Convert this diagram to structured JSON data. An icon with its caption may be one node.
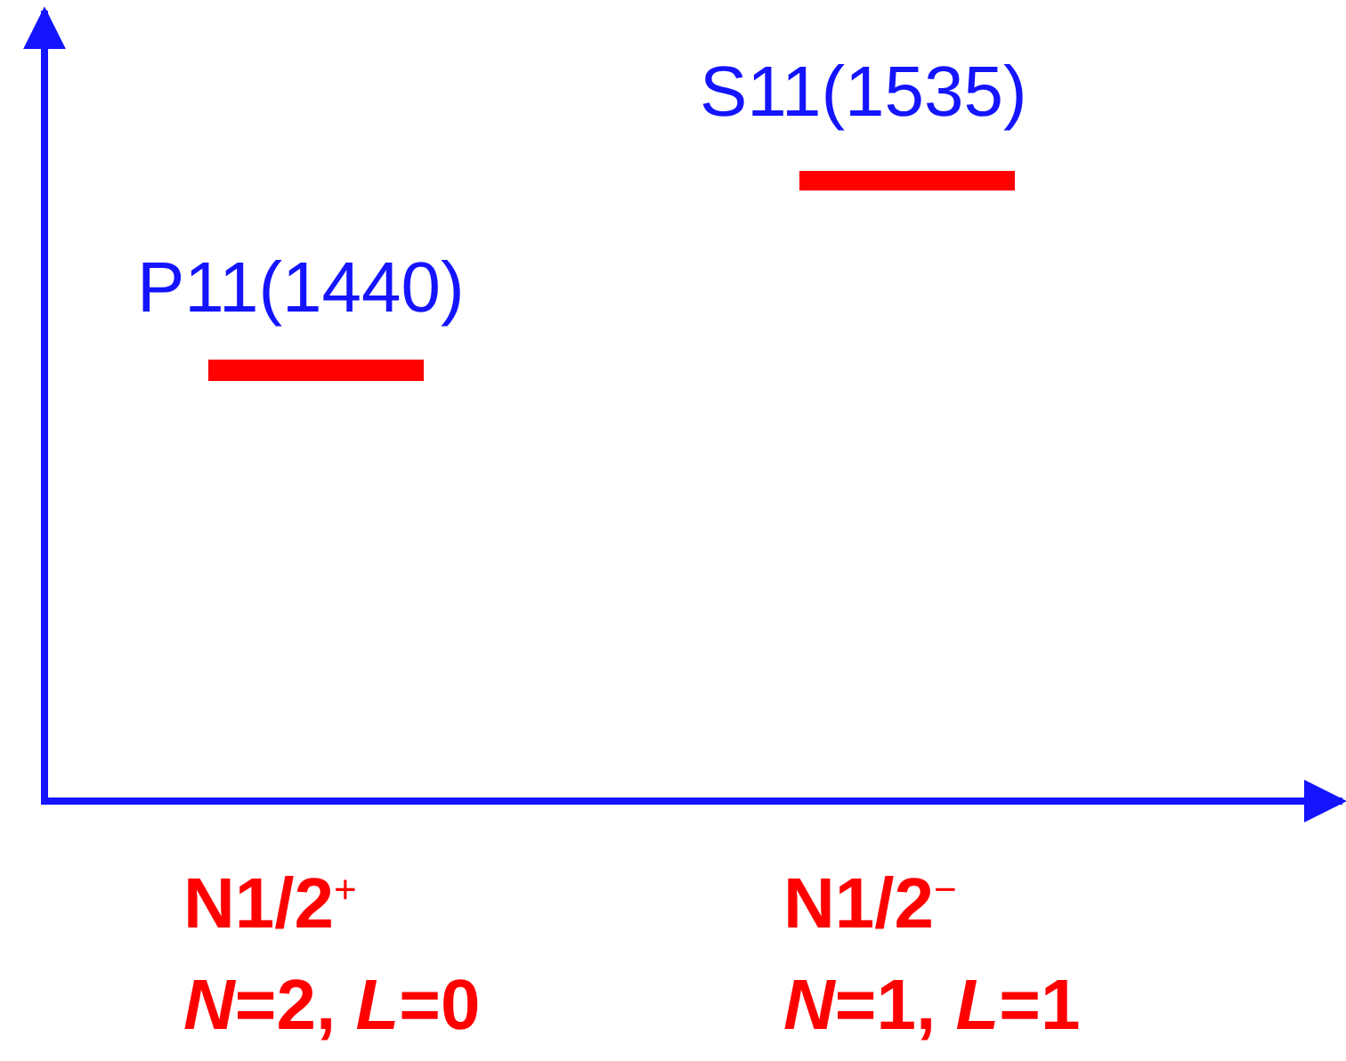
{
  "diagram": {
    "labels": [
      "S11(1535)",
      "P11(1440)",
      "N1/2$^{+}$",
      "N1/2$^{−}$",
      "*N*=2, *L*=0",
      "*N*=1, *L*=1"
    ]
  }
}
